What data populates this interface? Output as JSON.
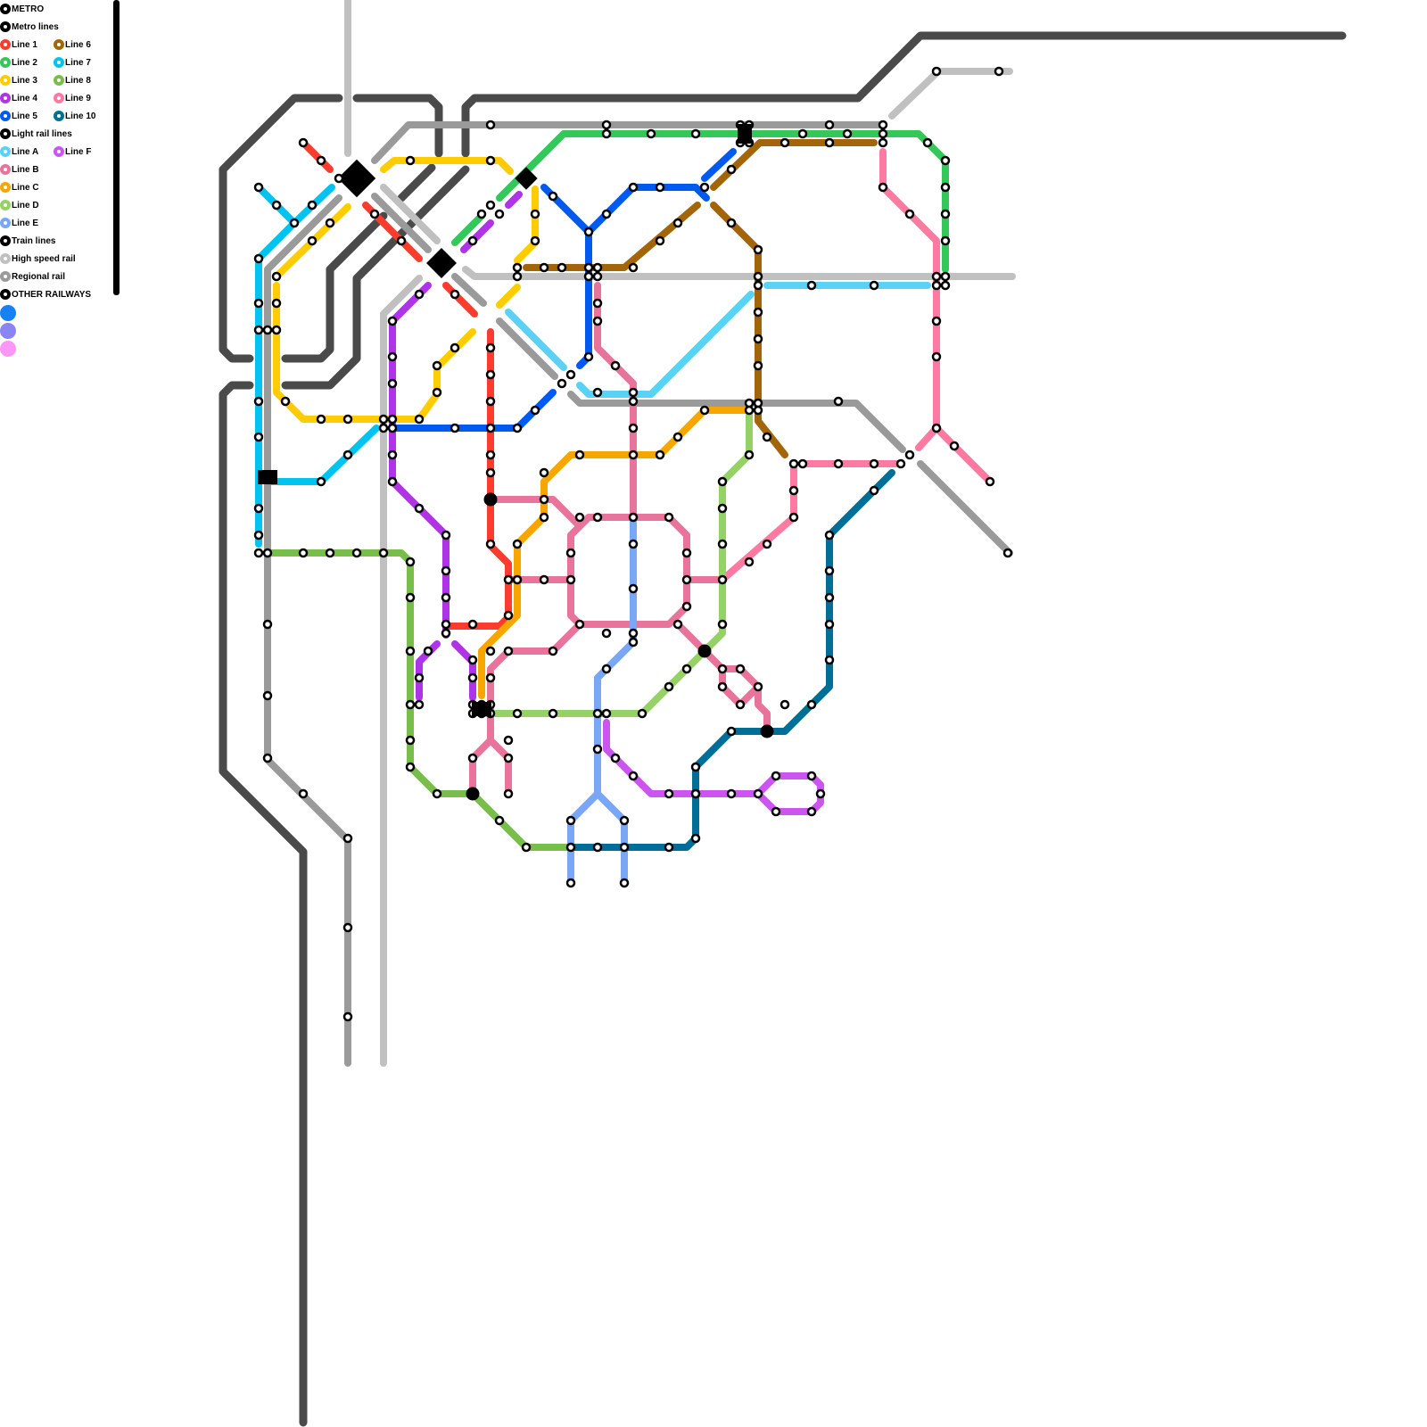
{
  "legend": {
    "sections": [
      {
        "label": "METRO"
      },
      {
        "label": "Metro lines"
      },
      {
        "label": "Line 1",
        "color": "#ff3b30"
      },
      {
        "label": "Line 2",
        "color": "#34c759"
      },
      {
        "label": "Line 3",
        "color": "#ffcc00"
      },
      {
        "label": "Line 4",
        "color": "#af33e8"
      },
      {
        "label": "Line 5",
        "color": "#005af0"
      },
      {
        "label": "Line 6",
        "color": "#a2650a"
      },
      {
        "label": "Line 7",
        "color": "#00c3f0"
      },
      {
        "label": "Line 8",
        "color": "#79bd4a"
      },
      {
        "label": "Line 9",
        "color": "#ff7aa2"
      },
      {
        "label": "Line 10",
        "color": "#006e96"
      },
      {
        "label": "Light rail lines"
      },
      {
        "label": "Line A",
        "color": "#5ad2f5"
      },
      {
        "label": "Line B",
        "color": "#e8749c"
      },
      {
        "label": "Line C",
        "color": "#f7a600"
      },
      {
        "label": "Line D",
        "color": "#95d165"
      },
      {
        "label": "Line E",
        "color": "#7aa7f5"
      },
      {
        "label": "Line F",
        "color": "#cc55f0"
      },
      {
        "label": "Train lines"
      },
      {
        "label": "High speed rail",
        "color": "#c0c0c0"
      },
      {
        "label": "Regional rail",
        "color": "#9a9a9a"
      },
      {
        "label": "OTHER RAILWAYS"
      }
    ],
    "swatches": [
      "#1581f2",
      "#8b84f3",
      "#ff96f6"
    ]
  },
  "colors": {
    "L1": "#ff3b30",
    "L2": "#34c759",
    "L3": "#ffcc00",
    "L4": "#af33e8",
    "L5": "#005af0",
    "L6": "#a2650a",
    "L7": "#00c3f0",
    "L8": "#79bd4a",
    "L9": "#ff7aa2",
    "L10": "#006e96",
    "LA": "#5ad2f5",
    "LB": "#e8749c",
    "LC": "#f7a600",
    "LD": "#95d165",
    "LE": "#7aa7f5",
    "LF": "#cc55f0",
    "HSR": "#c0c0c0",
    "REG": "#9a9a9a",
    "OTHER": "#4a4a4a"
  }
}
